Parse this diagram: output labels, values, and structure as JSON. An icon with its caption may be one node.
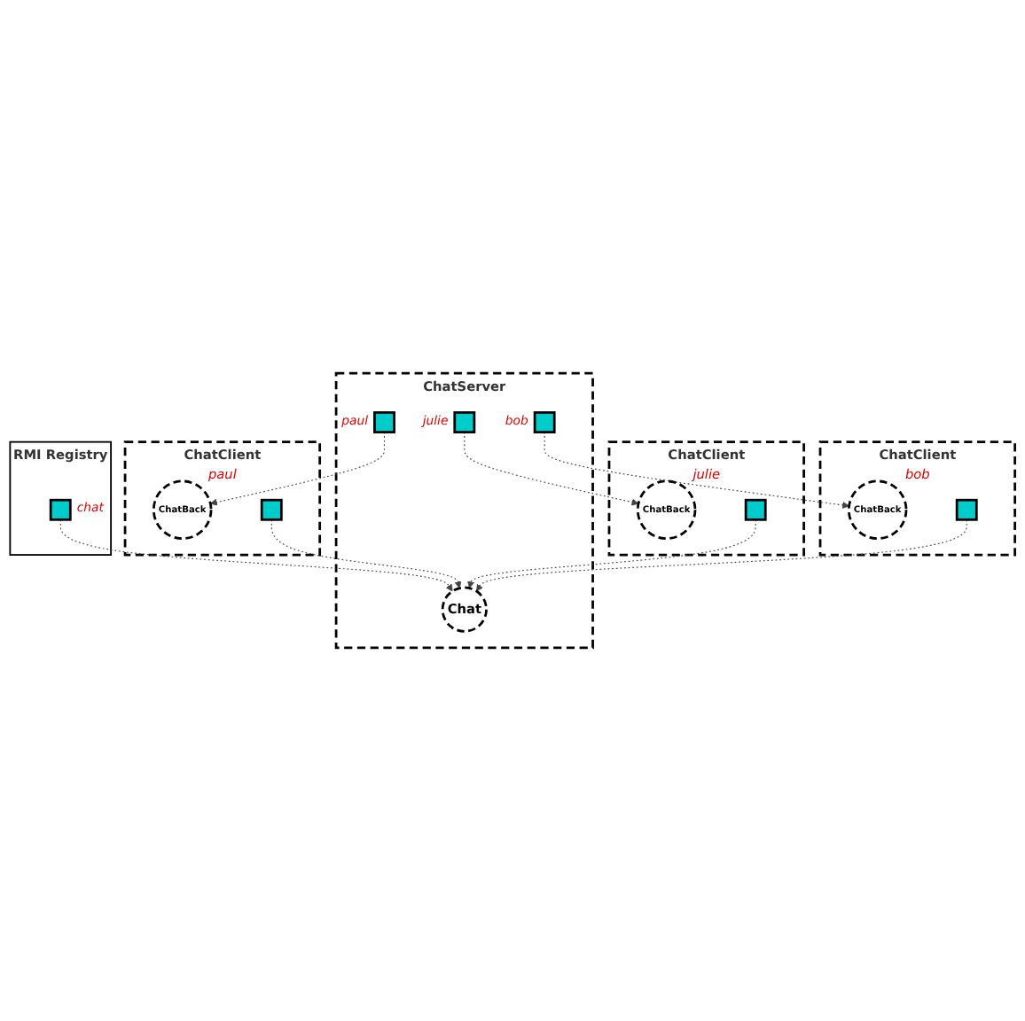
{
  "diagram": {
    "nodes": [
      {
        "text": [
          "RMI Registry"
        ]
      },
      {
        "text": [],
        "shape": "box",
        "beside": [
          "chat"
        ],
        "in": 0
      },
      {
        "text": [
          "ChatServer"
        ]
      },
      {
        "text": [
          "Chat"
        ],
        "in": 2
      },
      {
        "text": [],
        "shape": "box",
        "beside": [
          "paul"
        ],
        "in": 2
      },
      {
        "text": [],
        "shape": "box",
        "beside": [
          "julie"
        ],
        "in": 2
      },
      {
        "text": [],
        "shape": "box",
        "beside": [
          "bob"
        ],
        "in": 2
      },
      {
        "text": [
          "ChatClient",
          "paul"
        ]
      },
      {
        "text": [
          "ChatBack"
        ],
        "in": 7
      },
      {
        "text": [],
        "shape": "box",
        "in": 7
      },
      {
        "text": [
          "ChatClient",
          "julie"
        ]
      },
      {
        "text": [
          "ChatBack"
        ],
        "in": 10
      },
      {
        "text": [],
        "shape": "box",
        "in": 10
      },
      {
        "text": [
          "ChatClient",
          "bob"
        ]
      },
      {
        "text": [
          "ChatBack"
        ],
        "in": 13
      },
      {
        "text": [],
        "shape": "box",
        "in": 13
      }
    ],
    "edges": [
      {
        "from": 1,
        "to": 3,
        "arrow": "to",
        "style": "dashed"
      },
      {
        "from": 4,
        "to": 8,
        "arrow": "to",
        "style": "dashed"
      },
      {
        "from": 5,
        "to": 11,
        "arrow": "to",
        "style": "dashed"
      },
      {
        "from": 6,
        "to": 14,
        "arrow": "to",
        "style": "dashed"
      },
      {
        "from": 9,
        "to": 3,
        "arrow": "to",
        "style": "dashed"
      },
      {
        "from": 12,
        "to": 3,
        "arrow": "to",
        "style": "dashed"
      },
      {
        "from": 15,
        "to": 3,
        "arrow": "to",
        "style": "dashed"
      }
    ]
  }
}
